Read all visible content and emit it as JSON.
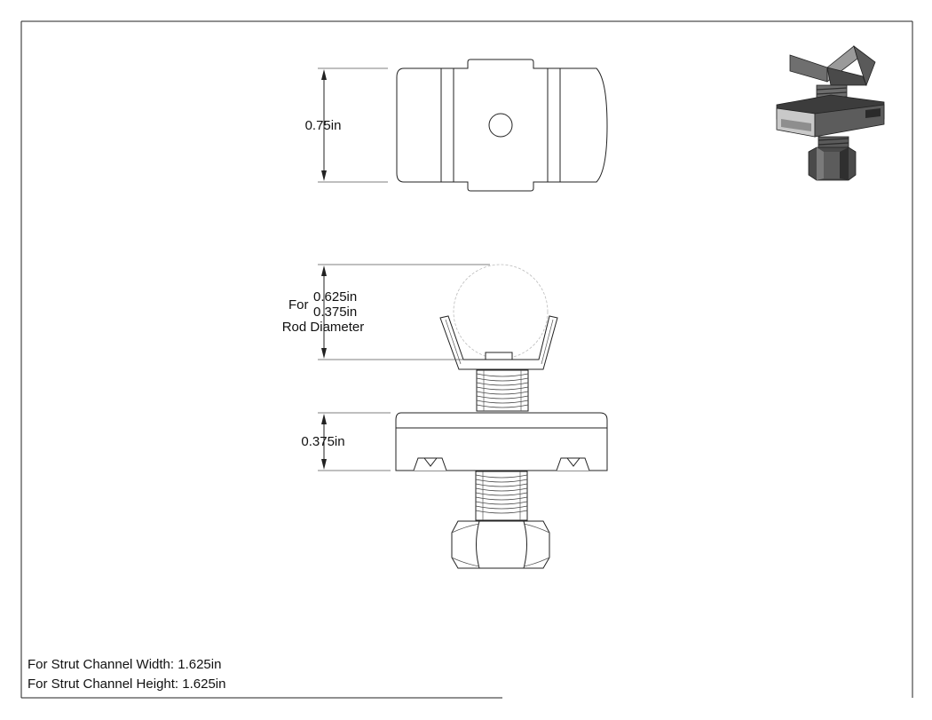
{
  "dimensions": {
    "top_height": "0.75in",
    "rod_for": "For",
    "rod_max": "0.625in",
    "rod_min": "0.375in",
    "rod_label": "Rod Diameter",
    "nut_height": "0.375in"
  },
  "notes": {
    "strut_width": "For Strut Channel Width: 1.625in",
    "strut_height": "For Strut Channel Height: 1.625in"
  },
  "colors": {
    "line": "#222222",
    "border": "#333333",
    "iso_dark": "#3a3a3a",
    "iso_mid": "#6f6f6f",
    "iso_light": "#b5b5b5"
  }
}
